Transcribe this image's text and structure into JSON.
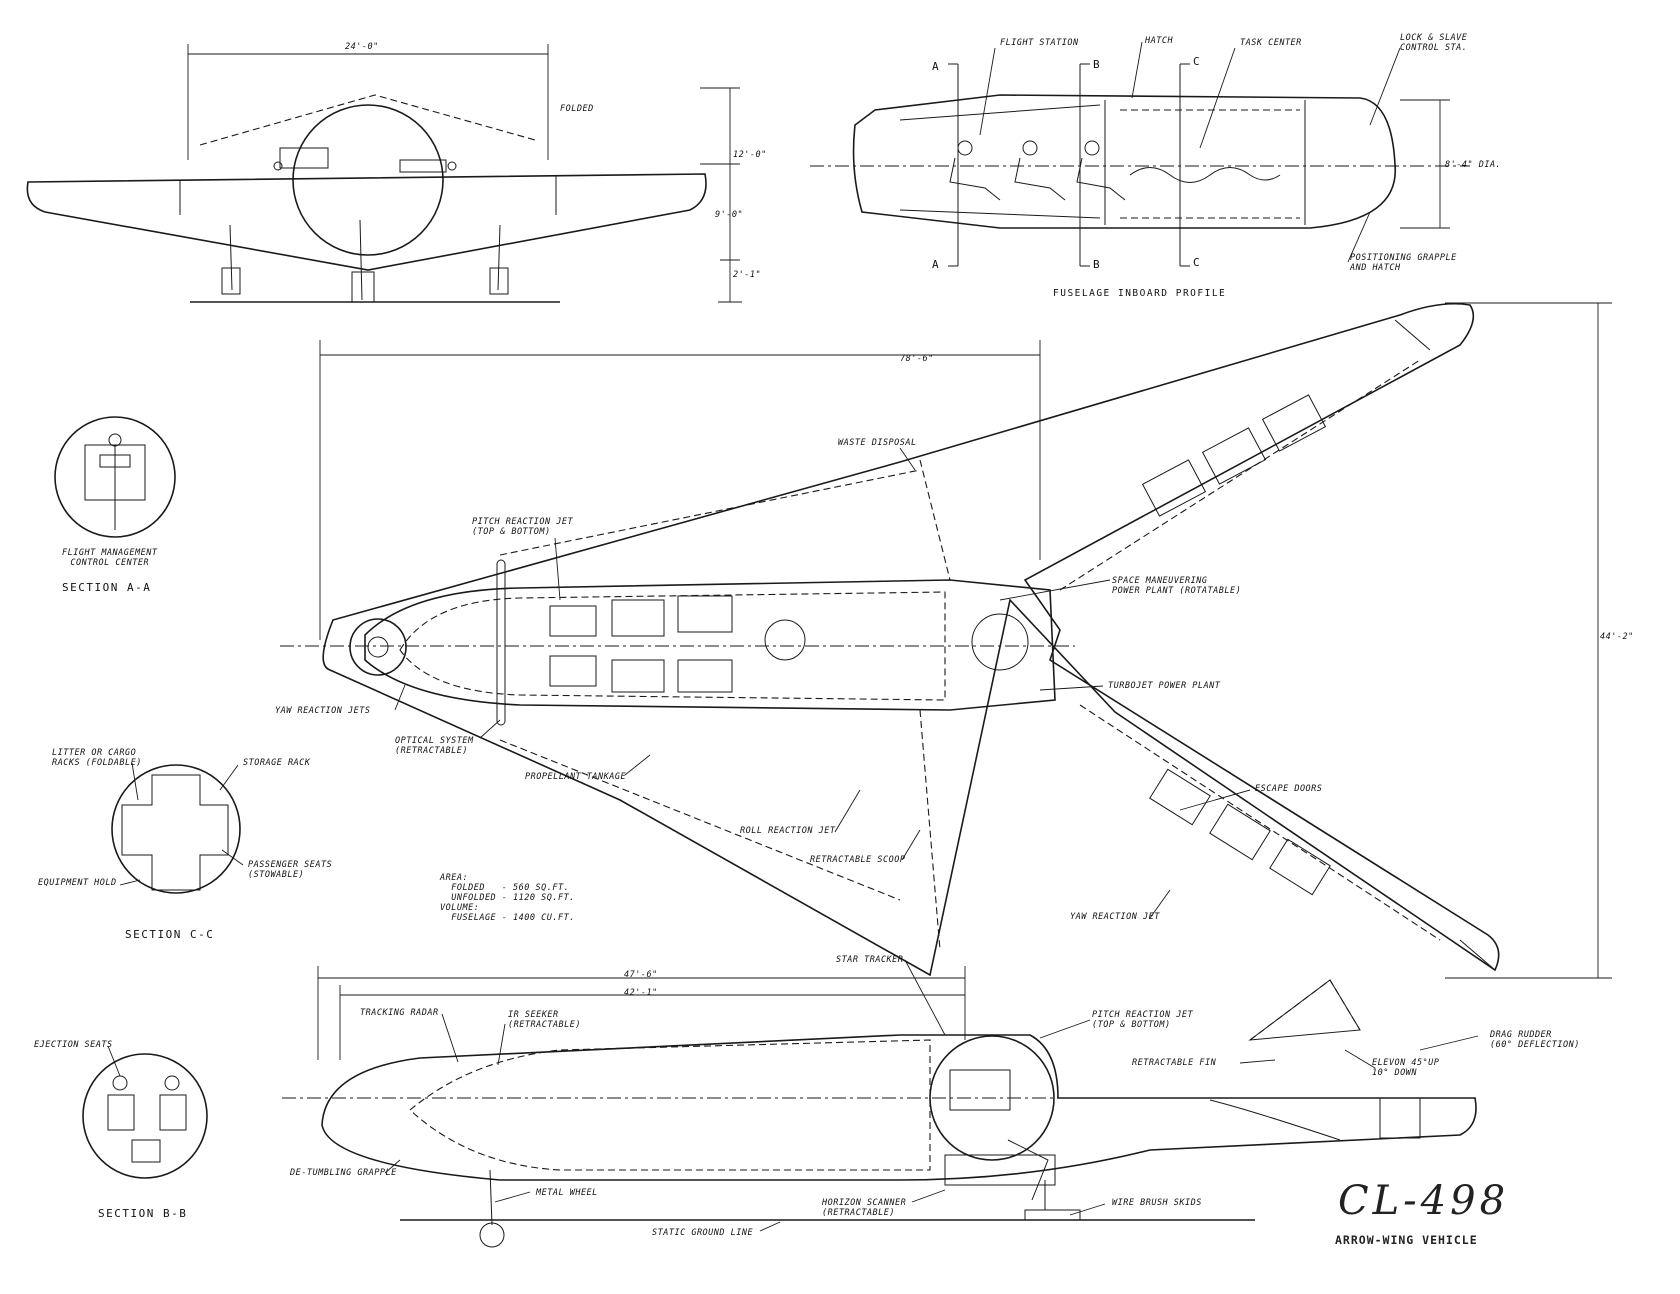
{
  "dims": {
    "front_span": "24'-0\"",
    "front_h1": "12'-0\"",
    "front_h2": "9'-0\"",
    "front_h3": "2'-1\"",
    "fuse_dia": "8'-4\" DIA.",
    "plan_len": "78'-6\"",
    "plan_span": "44'-2\"",
    "side_len1": "47'-6\"",
    "side_len2": "42'-1\""
  },
  "labels": {
    "folded": "FOLDED",
    "flight_station": "FLIGHT STATION",
    "hatch": "HATCH",
    "task_center": "TASK CENTER",
    "lock_slave": "LOCK & SLAVE\nCONTROL STA.",
    "pos_grapple": "POSITIONING GRAPPLE\nAND HATCH",
    "fuse_profile": "FUSELAGE INBOARD PROFILE",
    "waste": "WASTE DISPOSAL",
    "pitch_jet": "PITCH REACTION JET\n(TOP & BOTTOM)",
    "space_man": "SPACE MANEUVERING\nPOWER PLANT (ROTATABLE)",
    "turbojet": "TURBOJET POWER PLANT",
    "yaw_jets": "YAW REACTION JETS",
    "optical": "OPTICAL SYSTEM\n(RETRACTABLE)",
    "propellant": "PROPELLANT TANKAGE",
    "roll_jet": "ROLL REACTION JET",
    "scoop": "RETRACTABLE SCOOP",
    "escape": "ESCAPE DOORS",
    "yaw_jet": "YAW REACTION JET",
    "fmcc": "FLIGHT MANAGEMENT\nCONTROL CENTER",
    "litter": "LITTER OR CARGO\nRACKS (FOLDABLE)",
    "storage": "STORAGE RACK",
    "pass_seats": "PASSENGER SEATS\n(STOWABLE)",
    "equip_hold": "EQUIPMENT HOLD",
    "area_block": "AREA:\n  FOLDED   - 560 SQ.FT.\n  UNFOLDED - 1120 SQ.FT.\nVOLUME:\n  FUSELAGE - 1400 CU.FT.",
    "ejection": "EJECTION SEATS",
    "star": "STAR TRACKER",
    "tracking": "TRACKING RADAR",
    "ir": "IR SEEKER\n(RETRACTABLE)",
    "pitch_jet2": "PITCH REACTION JET\n(TOP & BOTTOM)",
    "drag": "DRAG RUDDER\n(60° DEFLECTION)",
    "ret_fin": "RETRACTABLE FIN",
    "elevon": "ELEVON 45°UP\n10° DOWN",
    "detumble": "DE-TUMBLING GRAPPLE",
    "metal": "METAL WHEEL",
    "horizon": "HORIZON SCANNER\n(RETRACTABLE)",
    "wire": "WIRE BRUSH SKIDS",
    "ground": "STATIC GROUND LINE"
  },
  "section_marks": {
    "a": "A",
    "b": "B",
    "c": "C"
  },
  "sections": {
    "aa": "SECTION  A-A",
    "cc": "SECTION  C-C",
    "bb": "SECTION  B-B"
  },
  "title": {
    "model": "CL-498",
    "name": "ARROW-WING VEHICLE"
  }
}
